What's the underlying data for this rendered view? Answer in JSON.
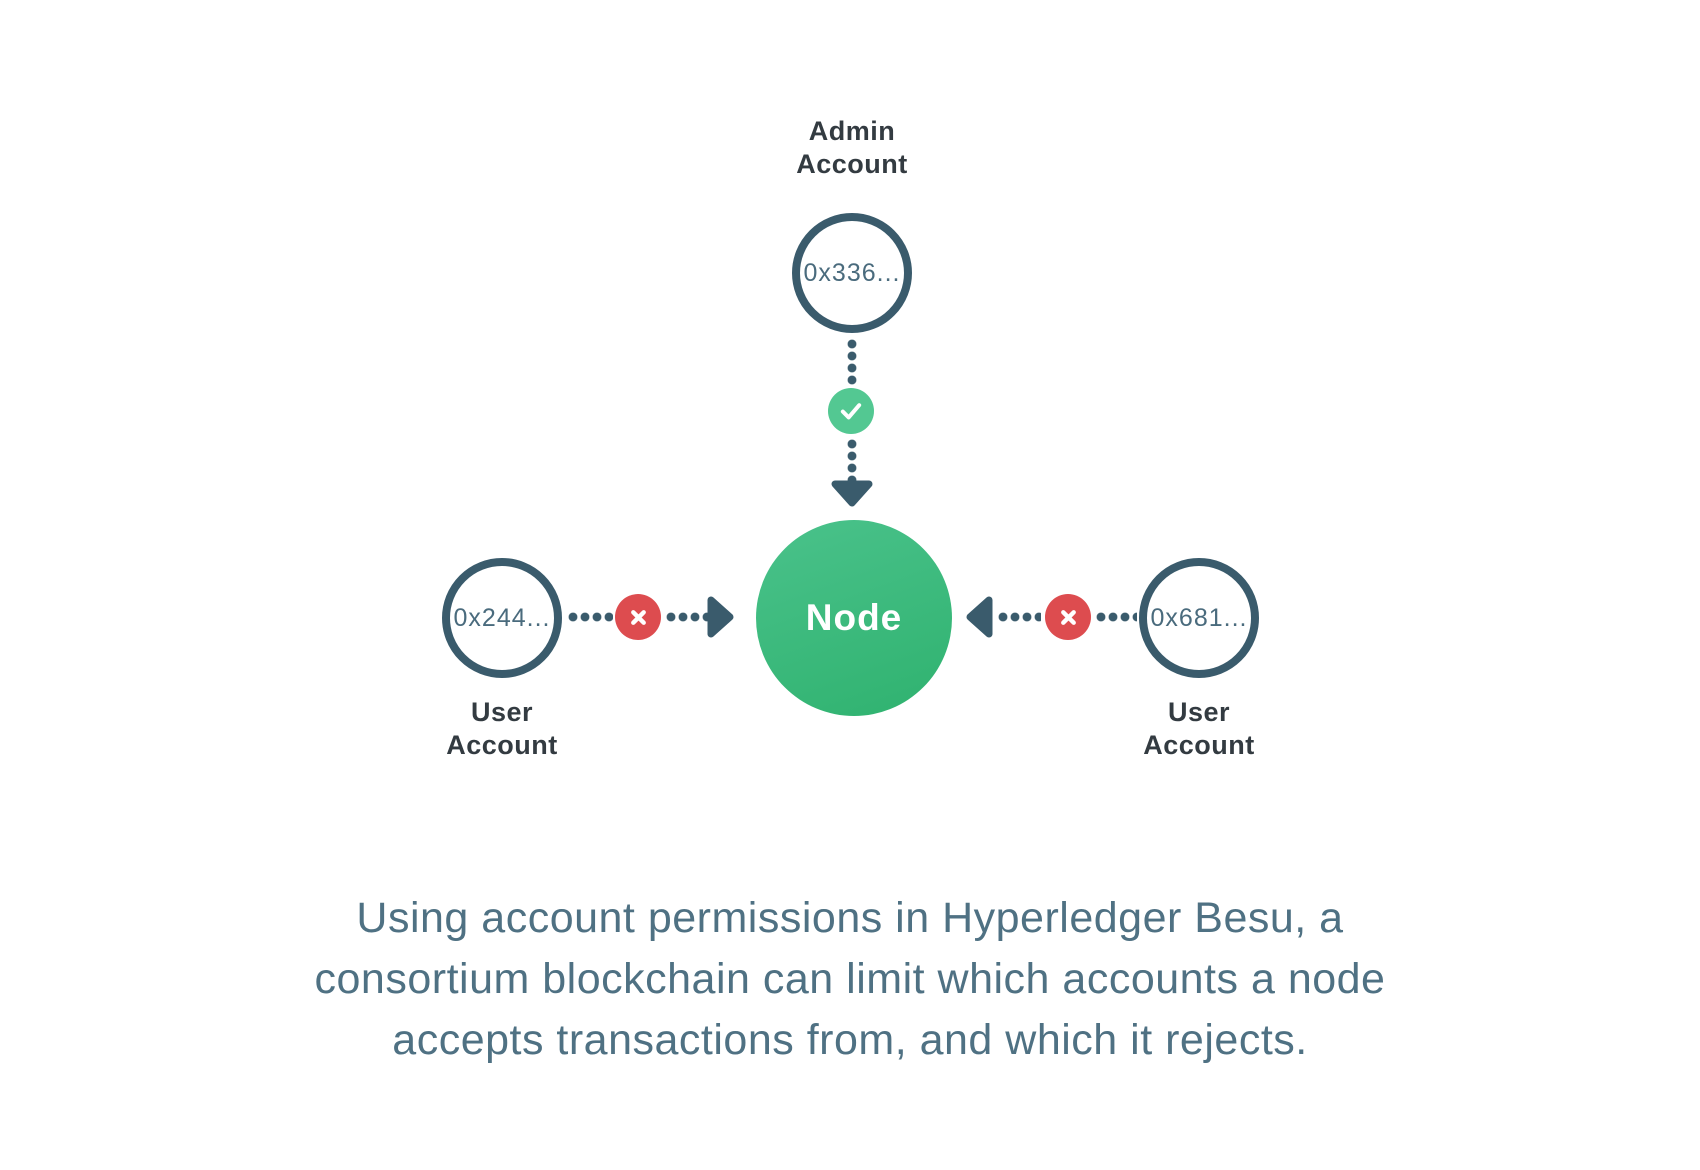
{
  "theme": {
    "slate_dark": "#3a5b6c",
    "label_dark": "#333b41",
    "hash_text": "#4a6b7d",
    "node_green_light": "#4ac28b",
    "node_green_dark": "#2fb26f",
    "check_green": "#53c892",
    "reject_red": "#dd4c4f",
    "caption_color": "#4f7183",
    "background": "#ffffff"
  },
  "diagram": {
    "admin": {
      "label_line1": "Admin",
      "label_line2": "Account",
      "address": "0x336..."
    },
    "node": {
      "label": "Node"
    },
    "user_left": {
      "address": "0x244...",
      "label_line1": "User",
      "label_line2": "Account"
    },
    "user_right": {
      "address": "0x681...",
      "label_line1": "User",
      "label_line2": "Account"
    },
    "icons": {
      "allow": "check-icon",
      "reject": "x-icon",
      "flow_down": "arrow-down-icon",
      "flow_right": "arrow-right-icon",
      "flow_left": "arrow-left-icon"
    }
  },
  "caption": {
    "lines": [
      "Using account permissions in Hyperledger Besu, a",
      "consortium blockchain can limit which accounts a node",
      "accepts transactions from, and which it rejects."
    ]
  }
}
